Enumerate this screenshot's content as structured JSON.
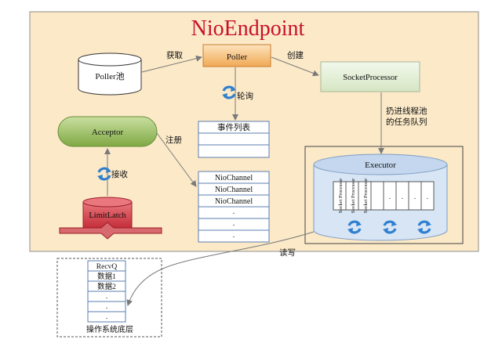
{
  "title": "NioEndpoint",
  "colors": {
    "panel_fill": "#fbe9c8",
    "panel_stroke": "#8f8f8f",
    "title_color": "#c8102e",
    "arrow": "#7a7a7a",
    "poller_fill": "#f7c27a",
    "processor_fill": "#e3efd7",
    "acceptor_fill": "#9dc05e",
    "latch_fill": "#d8434d",
    "executor_fill": "#d7e5f4",
    "refresh_icon": "#2f7fd1"
  },
  "nodes": {
    "poller_pool": "Poller池",
    "poller": "Poller",
    "socket_processor": "SocketProcessor",
    "acceptor": "Acceptor",
    "limit_latch": "LimitLatch",
    "executor": "Executor",
    "event_list_header": "事件列表",
    "channels": [
      "NioChannel",
      "NioChannel",
      "NioChannel",
      ".",
      ".",
      "."
    ],
    "socket_processor_cell": "Socket Processor",
    "ellipsis_cell": ".",
    "recvq": [
      "RecvQ",
      "数据1",
      "数据2",
      ".",
      ".",
      "."
    ],
    "os_layer": "操作系统底层"
  },
  "edges": {
    "fetch": "获取",
    "create": "创建",
    "poll": "轮询",
    "register": "注册",
    "receive": "接收",
    "to_queue_line1": "扔进线程池",
    "to_queue_line2": "的任务队列",
    "read_write": "读写"
  },
  "icons": [
    "refresh-icon"
  ]
}
